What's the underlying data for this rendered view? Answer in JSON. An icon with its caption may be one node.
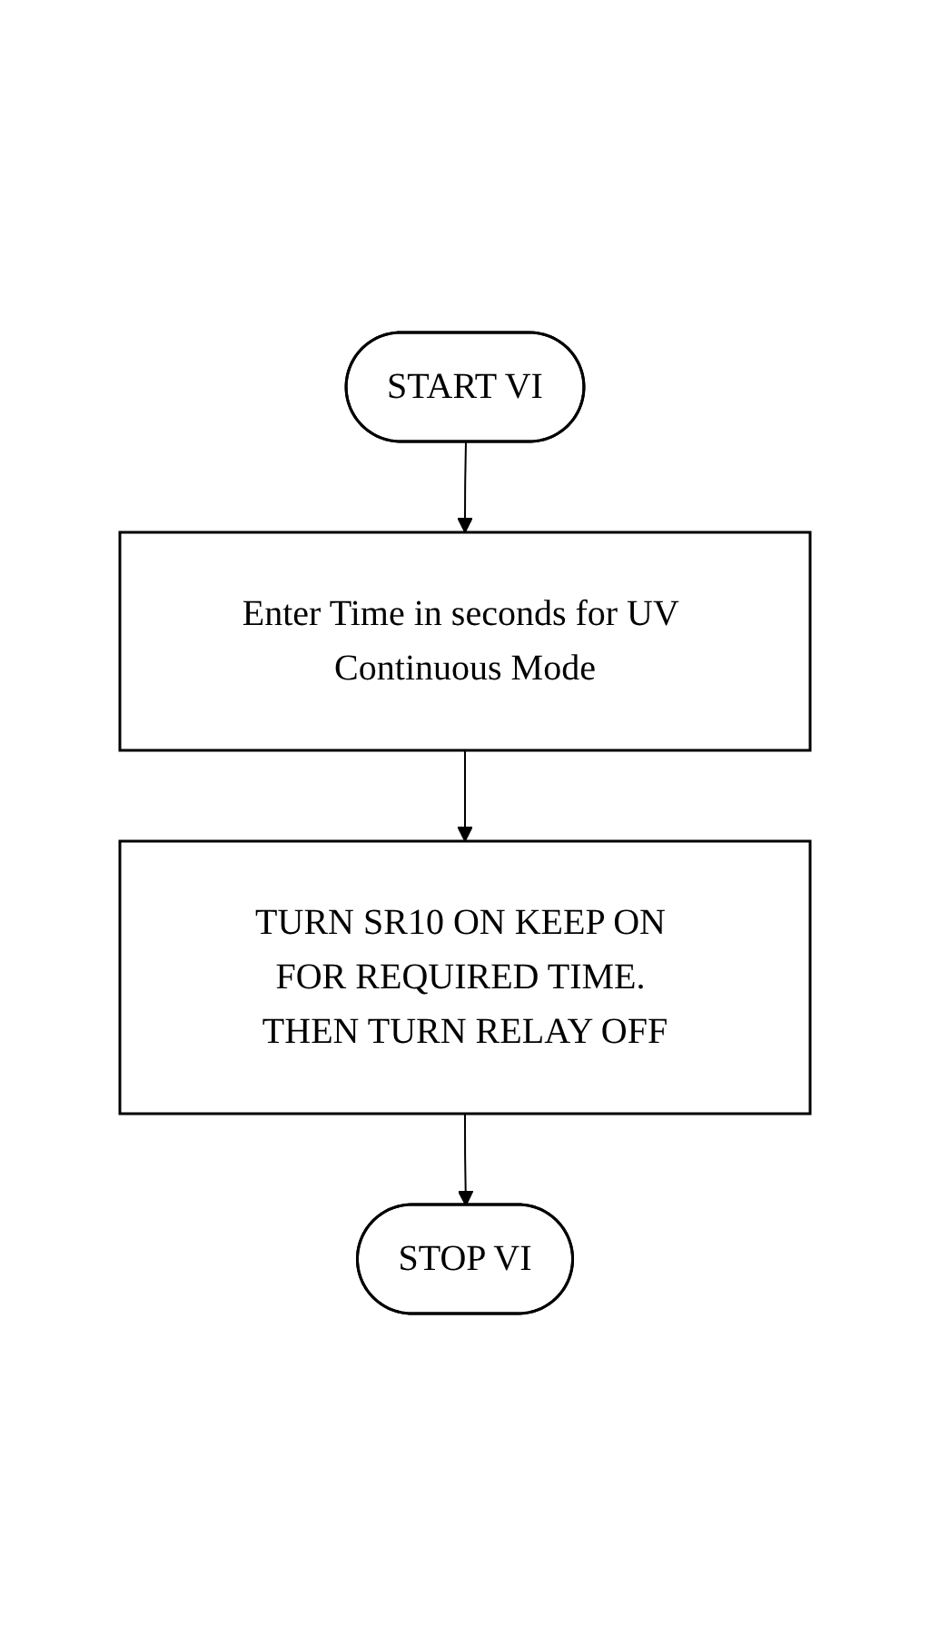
{
  "diagram": {
    "nodes": [
      {
        "text": [
          "START VI"
        ]
      },
      {
        "text": [
          "Enter Time in seconds for UV Continuous Mode"
        ]
      },
      {
        "text": [
          "TURN SR10 ON KEEP ON FOR REQUIRED TIME. THEN TURN RELAY OFF"
        ]
      },
      {
        "text": [
          "STOP VI"
        ]
      }
    ],
    "edges": [
      {
        "from": 0,
        "to": 1,
        "arrow": "to"
      },
      {
        "from": 1,
        "to": 2,
        "arrow": "to"
      },
      {
        "from": 2,
        "to": 3,
        "arrow": "to"
      }
    ]
  }
}
